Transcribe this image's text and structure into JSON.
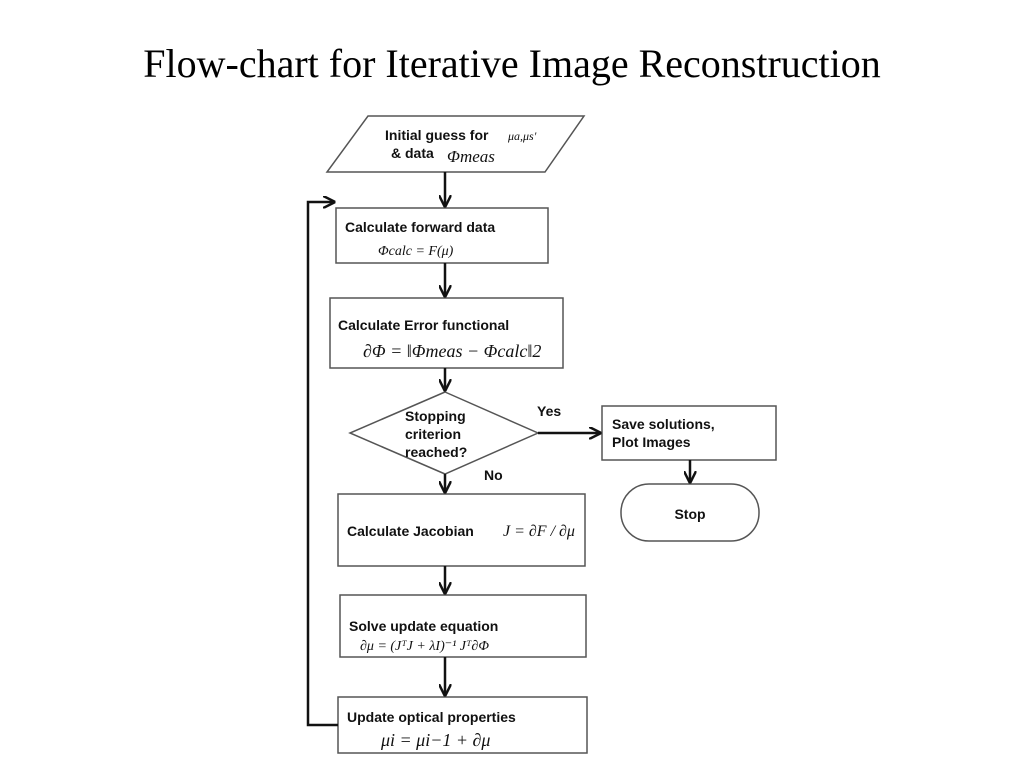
{
  "title": "Flow-chart for Iterative Image Reconstruction",
  "nodes": {
    "initial": {
      "line1": "Initial guess for",
      "line2": "& data",
      "math1": "μa,μs'",
      "math2": "Φmeas"
    },
    "forward": {
      "label": "Calculate forward data",
      "math": "Φcalc = F(μ)"
    },
    "error": {
      "label": "Calculate Error functional",
      "math": "∂Φ = ‖Φmeas − Φcalc‖2"
    },
    "decision": {
      "line1": "Stopping",
      "line2": "criterion",
      "line3": "reached?"
    },
    "save": {
      "line1": "Save solutions,",
      "line2": "Plot Images"
    },
    "stop": {
      "label": "Stop"
    },
    "jacobian": {
      "label": "Calculate Jacobian",
      "math": "J = ∂F / ∂μ"
    },
    "solve": {
      "label": "Solve update equation",
      "math": "∂μ = (JᵀJ + λI)⁻¹ Jᵀ∂Φ"
    },
    "update": {
      "label": "Update optical properties",
      "math": "μi = μi−1 + ∂μ"
    }
  },
  "edges": {
    "yes": "Yes",
    "no": "No"
  },
  "colors": {
    "box_stroke": "#555555",
    "arrow": "#111111"
  }
}
